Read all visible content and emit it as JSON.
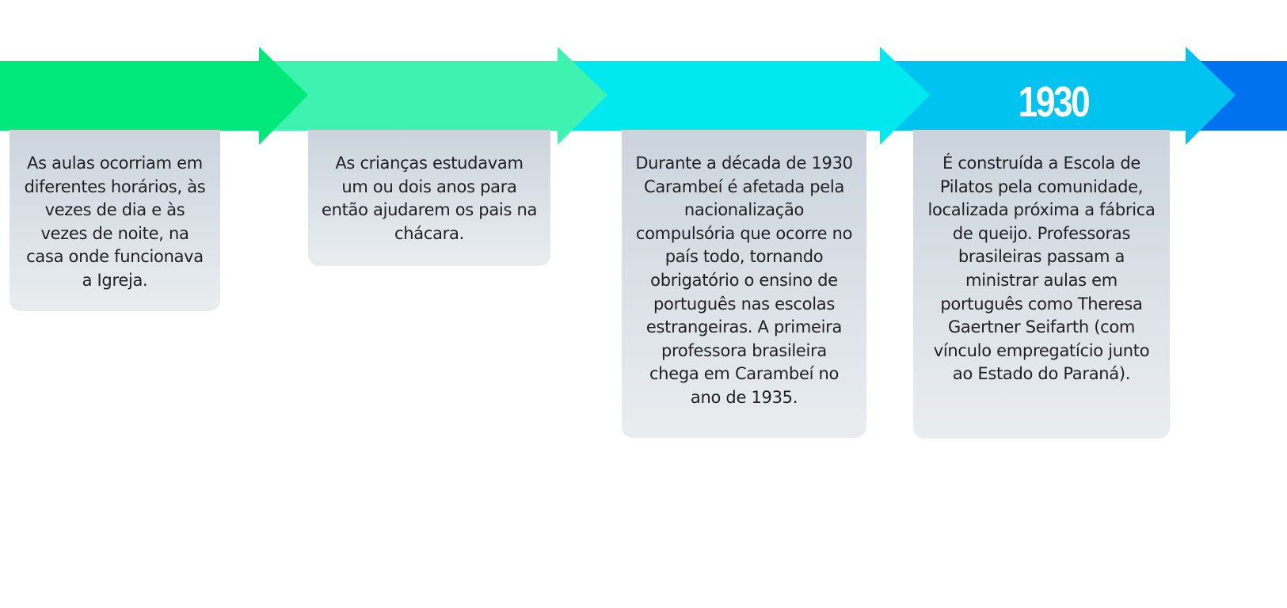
{
  "timeline": {
    "year_label": "1930",
    "colors": {
      "band_left": "#00e879",
      "arrow_1": "#00e879",
      "arrow_2": "#3ef2b0",
      "arrow_3": "#00e9ef",
      "arrow_4": "#00c3ef",
      "band_right": "#0072ef",
      "card_top": "#cbd4dd",
      "card_bottom": "#e9edf0"
    },
    "cards": [
      {
        "text": "As aulas ocorriam em diferentes horários, às vezes de dia e às vezes de noite, na casa onde funcionava a Igreja."
      },
      {
        "text": "As crianças estudavam um ou dois anos para então ajudarem os pais na chácara."
      },
      {
        "text": "Durante a década de 1930 Carambeí é afetada pela nacionalização compulsória que ocorre no país todo, tornando obrigatório o ensino de português nas escolas estrangeiras. A primeira professora brasileira chega em Carambeí no ano de 1935."
      },
      {
        "text": "É construída a Escola de Pilatos pela comunidade, localizada próxima a fábrica de queijo. Professoras brasileiras passam a ministrar aulas em português como Theresa Gaertner Seifarth (com vínculo empregatício junto ao Estado do Paraná)."
      }
    ]
  }
}
